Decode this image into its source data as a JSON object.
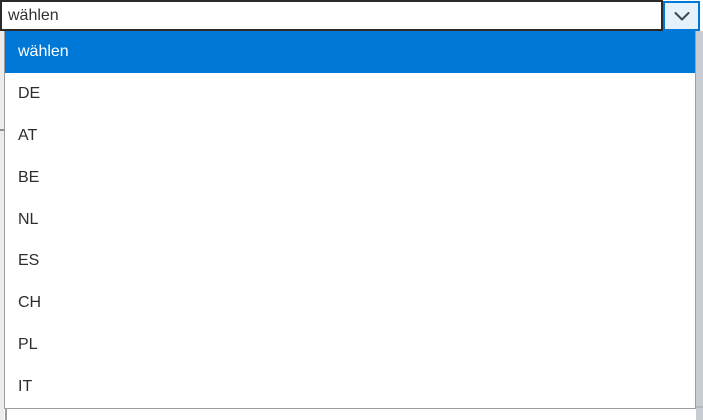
{
  "select": {
    "value": "wählen"
  },
  "dropdown": {
    "options": [
      "wählen",
      "DE",
      "AT",
      "BE",
      "NL",
      "ES",
      "CH",
      "PL",
      "IT"
    ],
    "selected_index": 0
  },
  "colors": {
    "accent": "#0078d7",
    "selected_option_text": "#ffffff",
    "button_bg": "#e5f1fb",
    "field_border": "#2b2b2b",
    "panel_border": "#9b9fa4",
    "chevron": "#43464b"
  },
  "icons": {
    "dropdown_button": "chevron-down-icon"
  }
}
